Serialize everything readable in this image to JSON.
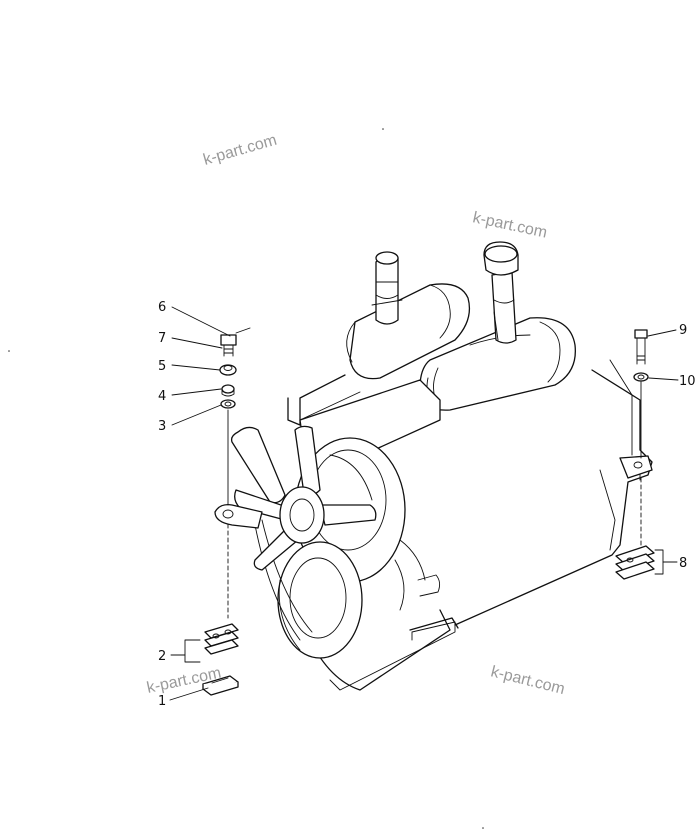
{
  "watermark": "k-part.com",
  "callouts": [
    "1",
    "2",
    "3",
    "4",
    "5",
    "6",
    "7",
    "8",
    "9",
    "10"
  ]
}
